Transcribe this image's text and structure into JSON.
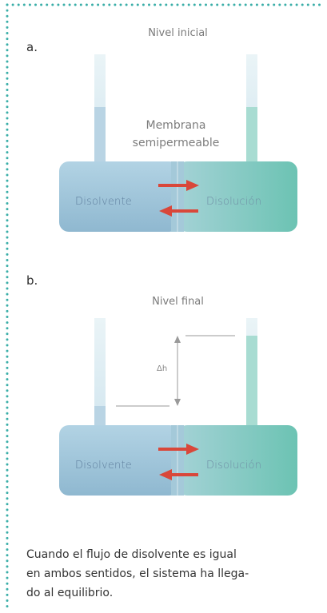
{
  "panel_a": {
    "letter": "a.",
    "caption": "Nivel inicial",
    "membrane_label_line1": "Membrana",
    "membrane_label_line2": "semipermeable",
    "left_label": "Disolvente",
    "right_label": "Disolución"
  },
  "panel_b": {
    "letter": "b.",
    "caption": "Nivel final",
    "delta_label": "Δh",
    "left_label": "Disolvente",
    "right_label": "Disolución"
  },
  "footer": {
    "line1": "Cuando el flujo de disolvente es igual",
    "line2": "en ambos sentidos, el sistema ha llega-",
    "line3": "do al equilibrio."
  },
  "colors": {
    "dotted_frame": "#3aaea8",
    "solvent_side": "#9cc1d8",
    "solution_side": "#7cc9bd",
    "arrow": "#d9473a"
  }
}
